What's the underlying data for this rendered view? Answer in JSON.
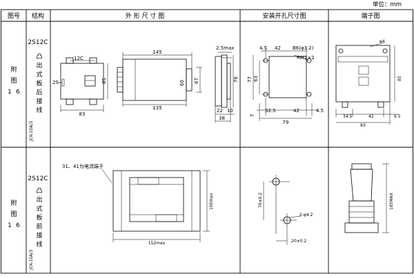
{
  "unit_label": "单位：mm",
  "headers": {
    "fig_no": "图号",
    "structure": "结构",
    "outline": "外 形 尺 寸 图",
    "mounting": "安装开孔尺寸图",
    "terminal": "端子图"
  },
  "rows": [
    {
      "fig": [
        "附",
        "图",
        "1",
        "6"
      ],
      "model": "2S12C",
      "desc": [
        "凸",
        "出",
        "式",
        "板",
        "后",
        "接",
        "线"
      ],
      "code": "JCK-10A/3"
    },
    {
      "fig": [
        "附",
        "图",
        "1",
        "6"
      ],
      "model": "2S12C",
      "desc": [
        "凸",
        "出",
        "式",
        "板",
        "前",
        "接",
        "线"
      ],
      "code": "JCK-10A/3"
    }
  ],
  "outline1": {
    "front": {
      "w": "83",
      "h": "85",
      "top": "12C",
      "side": "2S"
    },
    "side": {
      "top": "145",
      "bottom": "135",
      "left_h": "60",
      "right_h": "67"
    },
    "end": {
      "top": "2.5max",
      "h": "76",
      "b1": "22",
      "b2": "10",
      "b3": "38"
    }
  },
  "mount1": {
    "top1": "4.5",
    "top2": "42",
    "hole": "B6(φ3.2)",
    "rm": "RM2×2",
    "left1": "77",
    "left2": "63",
    "bot1": "32.5",
    "bot2": "42",
    "bot3": "4.5",
    "total": "79",
    "left3": "7"
  },
  "term1": {
    "phi": "φ4",
    "right_h": "85",
    "b1": "34.5",
    "b2": "42",
    "b3": "6.5",
    "total": "83"
  },
  "outline2": {
    "note": "31、41为电流端子",
    "h": "100max",
    "w": "152max"
  },
  "mount2": {
    "h": "76±0.2",
    "hole": "2-φ4.2",
    "w": "20±0.2"
  },
  "term2": {
    "h": "185MAX"
  }
}
